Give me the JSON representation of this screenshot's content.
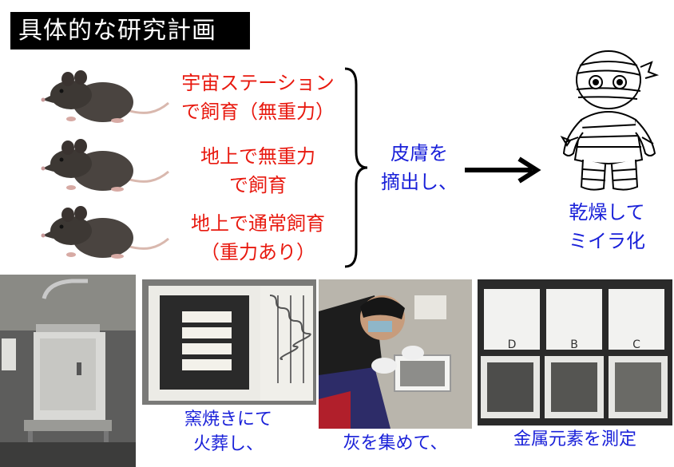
{
  "title": "具体的な研究計画",
  "conditions": [
    {
      "line1": "宇宙ステーション",
      "line2": "で飼育（無重力）"
    },
    {
      "line1": "地上で無重力",
      "line2": "で飼育"
    },
    {
      "line1": "地上で通常飼育",
      "line2": "（重力あり）"
    }
  ],
  "step_extract": {
    "line1": "皮膚を",
    "line2": "摘出し、"
  },
  "step_dry": {
    "line1": "乾燥して",
    "line2": "ミイラ化"
  },
  "captions": {
    "kiln_line1": "窯焼きにて",
    "kiln_line2": "火葬し、",
    "ash": "灰を集めて、",
    "measure": "金属元素を測定"
  },
  "sample_labels": [
    "D",
    "B",
    "C"
  ],
  "colors": {
    "red": "#e8190f",
    "blue": "#1a21d9",
    "title_bg": "#000000"
  }
}
